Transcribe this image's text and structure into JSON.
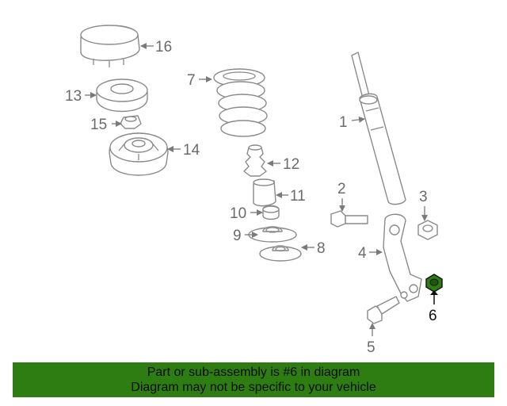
{
  "callouts": {
    "c1": "1",
    "c2": "2",
    "c3": "3",
    "c4": "4",
    "c5": "5",
    "c6": "6",
    "c7": "7",
    "c8": "8",
    "c9": "9",
    "c10": "10",
    "c11": "11",
    "c12": "12",
    "c13": "13",
    "c14": "14",
    "c15": "15",
    "c16": "16"
  },
  "highlight": {
    "part": "6",
    "color": "#2e7d12"
  },
  "banner": {
    "line1": "Part or sub-assembly is #6 in diagram",
    "line2": "Diagram may not be specific to your vehicle",
    "background": "#2e7d12"
  }
}
